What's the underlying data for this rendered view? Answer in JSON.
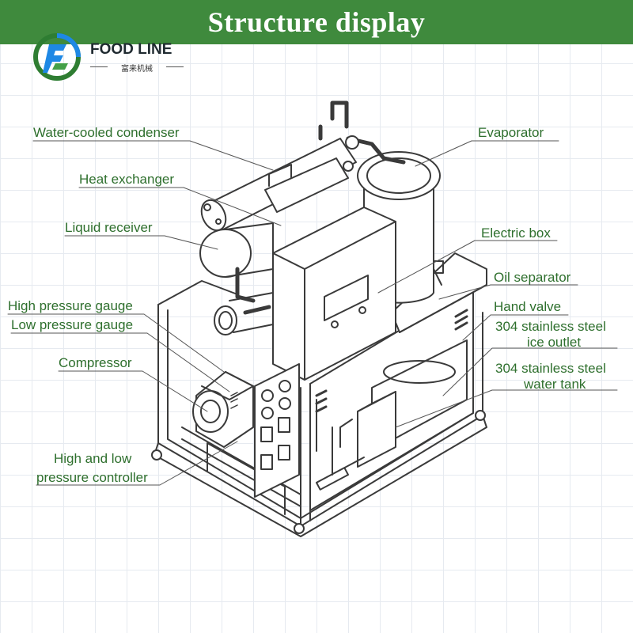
{
  "banner": {
    "title": "Structure display",
    "color": "#3f8a3d"
  },
  "logo": {
    "name": "FOOD LINE",
    "subtitle": "富来机械",
    "colors": [
      "#2e7d32",
      "#1e88e5",
      "#43a047"
    ]
  },
  "labels": {
    "water_cooled_condenser": "Water-cooled condenser",
    "heat_exchanger": "Heat exchanger",
    "liquid_receiver": "Liquid receiver",
    "high_pressure_gauge": "High pressure gauge",
    "low_pressure_gauge": "Low pressure gauge",
    "compressor": "Compressor",
    "pressure_controller_line1": "High and low",
    "pressure_controller_line2": "pressure controller",
    "evaporator": "Evaporator",
    "electric_box": "Electric box",
    "oil_separator": "Oil separator",
    "hand_valve": "Hand valve",
    "ice_outlet_line1": "304 stainless steel",
    "ice_outlet_line2": "ice outlet",
    "water_tank_line1": "304 stainless steel",
    "water_tank_line2": "water tank"
  },
  "colors": {
    "label_text": "#2e6f2d",
    "line_art": "#3a3a3a",
    "grid": "#e6eaf0"
  }
}
